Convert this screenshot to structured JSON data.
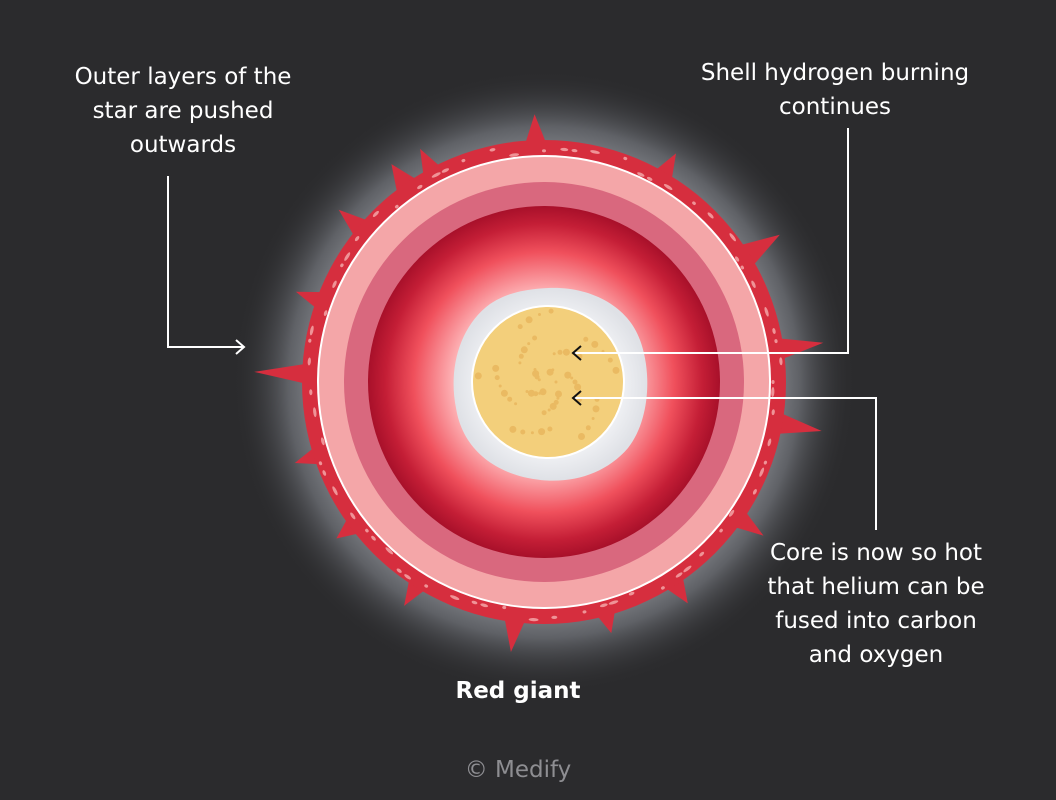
{
  "diagram": {
    "title": "Red giant",
    "credit": "© Medify",
    "annotations": {
      "outer_layers": [
        "Outer layers of the",
        "star are pushed",
        "outwards"
      ],
      "shell_burning": [
        "Shell hydrogen burning",
        "continues"
      ],
      "core": [
        "Core is now so hot",
        "that helium can be",
        "fused into carbon",
        "and oxygen"
      ]
    }
  },
  "colors": {
    "background": "#2b2b2d",
    "outer_crust": "#d62e3e",
    "light_pink_layer": "#f4a6a8",
    "mid_pink_layer": "#d9687e",
    "deep_red_layer": "#a8102a",
    "core": "#f3cf7b",
    "core_glow": "#e4e6ea",
    "line": "#ffffff"
  }
}
